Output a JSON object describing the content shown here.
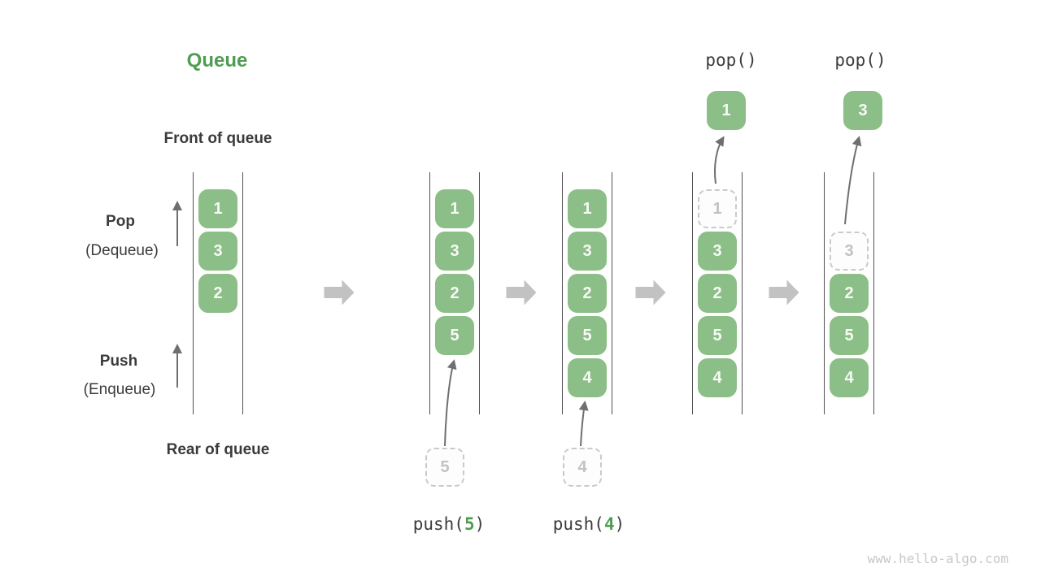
{
  "title": "Queue",
  "side_labels": {
    "front": "Front of queue",
    "rear": "Rear of queue",
    "pop_main": "Pop",
    "pop_sub": "(Dequeue)",
    "push_main": "Push",
    "push_sub": "(Enqueue)"
  },
  "watermark": "www.hello-algo.com",
  "colors": {
    "box_fill": "#8CBE87",
    "box_text": "#F7FAF6",
    "accent_green": "#4F9D52",
    "dark_text": "#3B3B3B",
    "dashed_border": "#CACACA",
    "dashed_text": "#C2C2C2",
    "channel_line": "#515151",
    "thin_arrow": "#6F6F6F",
    "stage_arrow": "#C2C2C2",
    "watermark_text": "#C8C8C8"
  },
  "states": [
    {
      "name": "initial-queue",
      "slots": [
        {
          "row": 0,
          "value": "1",
          "style": "solid"
        },
        {
          "row": 1,
          "value": "3",
          "style": "solid"
        },
        {
          "row": 2,
          "value": "2",
          "style": "solid"
        }
      ]
    },
    {
      "name": "after-push-5",
      "slots": [
        {
          "row": 0,
          "value": "1",
          "style": "solid"
        },
        {
          "row": 1,
          "value": "3",
          "style": "solid"
        },
        {
          "row": 2,
          "value": "2",
          "style": "solid"
        },
        {
          "row": 3,
          "value": "5",
          "style": "solid"
        }
      ],
      "operation": {
        "kind": "push",
        "label_prefix": "push(",
        "label_arg": "5",
        "label_suffix": ")",
        "staged_value": "5"
      }
    },
    {
      "name": "after-push-4",
      "slots": [
        {
          "row": 0,
          "value": "1",
          "style": "solid"
        },
        {
          "row": 1,
          "value": "3",
          "style": "solid"
        },
        {
          "row": 2,
          "value": "2",
          "style": "solid"
        },
        {
          "row": 3,
          "value": "5",
          "style": "solid"
        },
        {
          "row": 4,
          "value": "4",
          "style": "solid"
        }
      ],
      "operation": {
        "kind": "push",
        "label_prefix": "push(",
        "label_arg": "4",
        "label_suffix": ")",
        "staged_value": "4"
      }
    },
    {
      "name": "after-pop-1",
      "slots": [
        {
          "row": 0,
          "value": "1",
          "style": "dashed"
        },
        {
          "row": 1,
          "value": "3",
          "style": "solid"
        },
        {
          "row": 2,
          "value": "2",
          "style": "solid"
        },
        {
          "row": 3,
          "value": "5",
          "style": "solid"
        },
        {
          "row": 4,
          "value": "4",
          "style": "solid"
        }
      ],
      "operation": {
        "kind": "pop",
        "label": "pop()",
        "popped_value": "1"
      }
    },
    {
      "name": "after-pop-3",
      "slots": [
        {
          "row": 1,
          "value": "3",
          "style": "dashed"
        },
        {
          "row": 2,
          "value": "2",
          "style": "solid"
        },
        {
          "row": 3,
          "value": "5",
          "style": "solid"
        },
        {
          "row": 4,
          "value": "4",
          "style": "solid"
        }
      ],
      "operation": {
        "kind": "pop",
        "label": "pop()",
        "popped_value": "3"
      }
    }
  ]
}
